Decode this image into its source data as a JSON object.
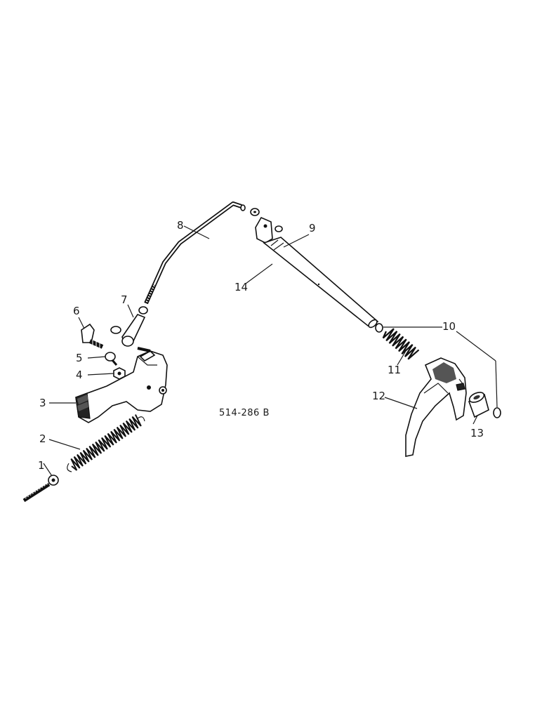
{
  "reference": "514-286 B",
  "callouts": [
    {
      "id": "1",
      "text": "1"
    },
    {
      "id": "2",
      "text": "2"
    },
    {
      "id": "3",
      "text": "3"
    },
    {
      "id": "4",
      "text": "4"
    },
    {
      "id": "5",
      "text": "5"
    },
    {
      "id": "6",
      "text": "6"
    },
    {
      "id": "7",
      "text": "7"
    },
    {
      "id": "8",
      "text": "8"
    },
    {
      "id": "9",
      "text": "9"
    },
    {
      "id": "10",
      "text": "10"
    },
    {
      "id": "11",
      "text": "11"
    },
    {
      "id": "12",
      "text": "12"
    },
    {
      "id": "13",
      "text": "13"
    },
    {
      "id": "14",
      "text": "14"
    }
  ]
}
